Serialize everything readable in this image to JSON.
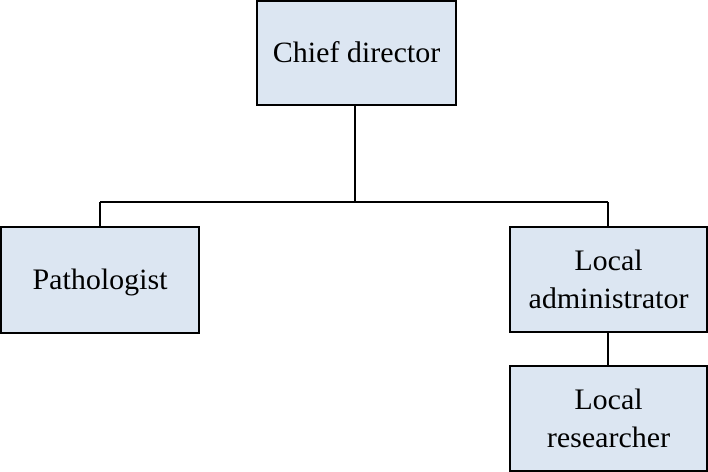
{
  "nodes": {
    "chief": {
      "label": "Chief director"
    },
    "pathologist": {
      "label": "Pathologist"
    },
    "admin": {
      "line1": "Local",
      "line2": "administrator"
    },
    "researcher": {
      "line1": "Local",
      "line2": "researcher"
    }
  },
  "colors": {
    "box_fill": "#dce6f2",
    "box_border": "#000000",
    "connector": "#000000",
    "text": "#000000"
  }
}
